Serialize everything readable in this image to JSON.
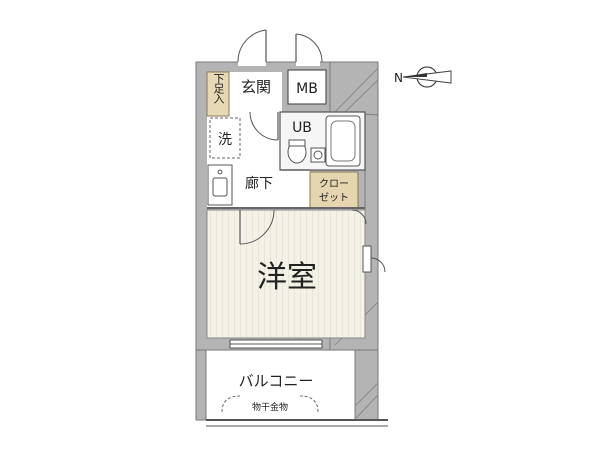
{
  "rooms": {
    "entrance": "玄関",
    "meter_box": "MB",
    "shoe_box": "下足入",
    "washer": "洗",
    "unit_bath": "UB",
    "hallway": "廊下",
    "closet_line1": "クロー",
    "closet_line2": "ゼット",
    "western_room": "洋室",
    "balcony": "バルコニー",
    "drying_rack": "物干金物"
  },
  "compass": {
    "north_label": "N"
  },
  "colors": {
    "wall": "#b4b4b4",
    "wall_edge": "#7a7a7a",
    "room_floor": "#f3f1e6",
    "stripe": "#dedbc8",
    "shoe_box_fill": "#e8d9b6",
    "closet_fill": "#e6d6b0",
    "bath_fill": "#f6f6f6"
  }
}
